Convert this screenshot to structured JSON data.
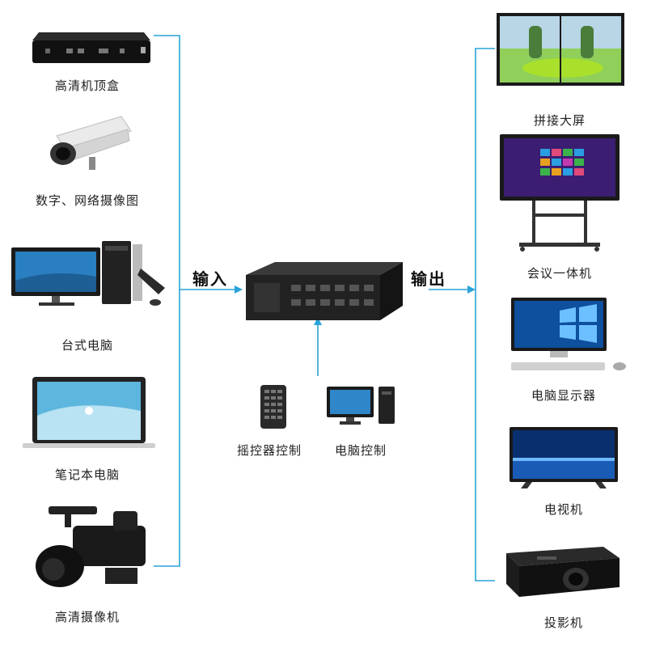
{
  "inputs": [
    {
      "label": "高清机顶盒",
      "icon": "set-top-box-icon"
    },
    {
      "label": "数字、网络摄像图",
      "icon": "network-camera-icon"
    },
    {
      "label": "台式电脑",
      "icon": "desktop-computer-icon"
    },
    {
      "label": "笔记本电脑",
      "icon": "laptop-icon"
    },
    {
      "label": "高清摄像机",
      "icon": "camcorder-icon"
    }
  ],
  "outputs": [
    {
      "label": "拼接大屏",
      "icon": "video-wall-icon"
    },
    {
      "label": "会议一体机",
      "icon": "conference-display-icon"
    },
    {
      "label": "电脑显示器",
      "icon": "pc-monitor-icon"
    },
    {
      "label": "电视机",
      "icon": "television-icon"
    },
    {
      "label": "投影机",
      "icon": "projector-icon"
    }
  ],
  "center": {
    "input_label": "输入",
    "output_label": "输出",
    "icon": "matrix-switcher-icon"
  },
  "controls": [
    {
      "label": "摇控器控制",
      "icon": "remote-control-icon"
    },
    {
      "label": "电脑控制",
      "icon": "control-pc-icon"
    }
  ],
  "colors": {
    "line": "#29a3d8",
    "device": "#1a1a1a"
  }
}
